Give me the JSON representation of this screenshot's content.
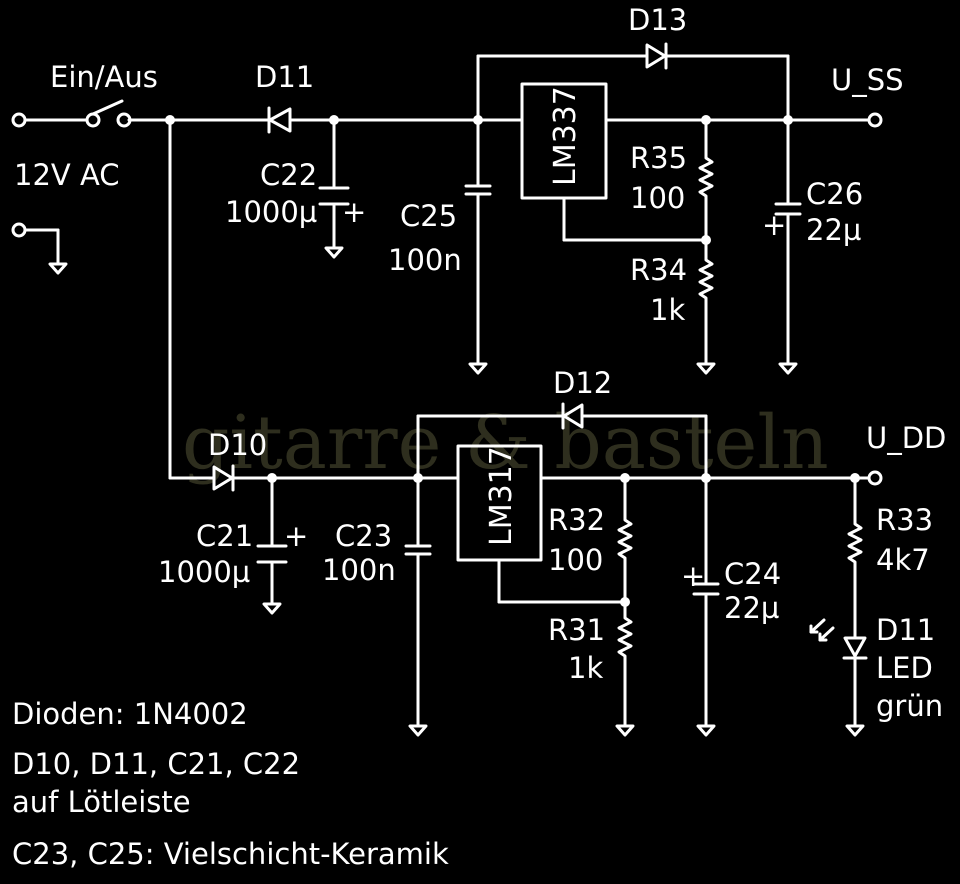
{
  "watermark": "gitarre & basteln",
  "labels": {
    "switch": "Ein/Aus",
    "input": "12V AC",
    "d11": "D11",
    "d13": "D13",
    "uss": "U_SS",
    "c22": "C22",
    "c22v": "1000µ",
    "c25": "C25",
    "c25v": "100n",
    "lm337": "LM337",
    "r35": "R35",
    "r35v": "100",
    "r34": "R34",
    "r34v": "1k",
    "c26": "C26",
    "c26v": "22µ",
    "d12": "D12",
    "d10": "D10",
    "udd": "U_DD",
    "c21": "C21",
    "c21v": "1000µ",
    "c23": "C23",
    "c23v": "100n",
    "lm317": "LM317",
    "r32": "R32",
    "r32v": "100",
    "r31": "R31",
    "r31v": "1k",
    "c24": "C24",
    "c24v": "22µ",
    "r33": "R33",
    "r33v": "4k7",
    "d11led": "D11",
    "ledtype": "LED",
    "ledcolor": "grün",
    "plus": "+"
  },
  "notes": {
    "diodes": "Dioden: 1N4002",
    "line2a": "D10, D11, C21, C22",
    "line2b": "auf Lötleiste",
    "line3": "C23, C25: Vielschicht-Keramik"
  },
  "colors": {
    "background": "#000000",
    "ink": "#ffffff",
    "watermark": "#2e2e1e"
  }
}
